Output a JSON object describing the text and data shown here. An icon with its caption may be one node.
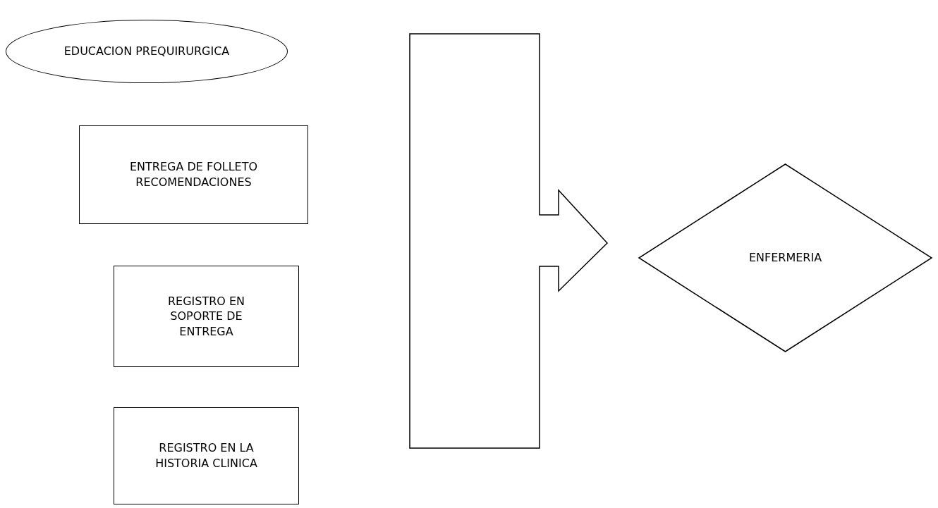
{
  "diagram": {
    "nodes": [
      {
        "text": [
          "EDUCACION PREQUIRURGICA"
        ]
      },
      {
        "text": [
          "ENTREGA DE FOLLETO RECOMENDACIONES"
        ]
      },
      {
        "text": [
          "REGISTRO EN SOPORTE DE ENTREGA"
        ]
      },
      {
        "text": [
          "REGISTRO EN LA HISTORIA CLINICA"
        ]
      },
      {
        "text": [],
        "shape": "arrow"
      },
      {
        "text": [
          "ENFERMERIA"
        ]
      }
    ]
  }
}
